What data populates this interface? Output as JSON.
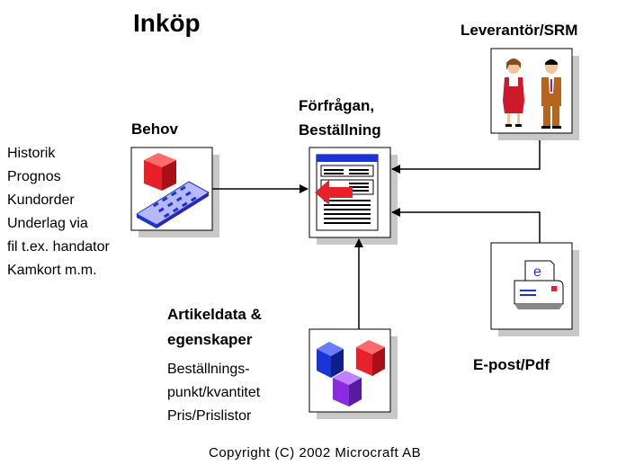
{
  "title": "Inköp",
  "supplier_label": "Leverantör/SRM",
  "request_label_line1": "Förfrågan,",
  "request_label_line2": "Beställning",
  "need_label": "Behov",
  "need_items": [
    "Historik",
    "Prognos",
    "Kundorder",
    "Underlag via",
    "fil t.ex. handator",
    "Kamkort m.m."
  ],
  "article_label_line1": "Artikeldata &",
  "article_label_line2": "egenskaper",
  "article_items": [
    "Beställnings-",
    "punkt/kvantitet",
    "Pris/Prislistor"
  ],
  "email_label": "E-post/Pdf",
  "copyright": "Copyright (C) 2002 Microcraft AB",
  "colors": {
    "red": "#e8202a",
    "blue": "#1a35d6",
    "purple": "#8a2be2",
    "shadow": "#c8c8c8",
    "green": "#1d8a3a"
  }
}
